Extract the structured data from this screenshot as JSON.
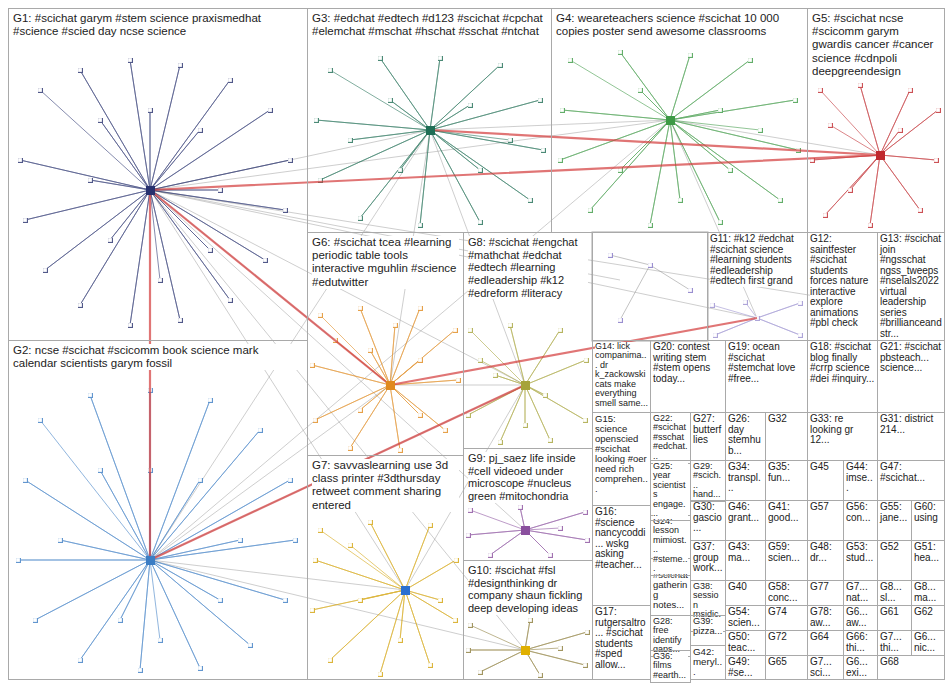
{
  "diagram": {
    "nodes": [
      {
        "text": [
          "G1: #scichat garym #stem science praxismedhat #science #scied day ncse science"
        ]
      },
      {
        "text": [
          "G2: ncse #scichat #scicomm book science mark calendar scientists garym fossil"
        ]
      },
      {
        "text": [
          "G3: #edchat #edtech #d123 #scichat #cpchat #elemchat #mschat #hschat #sschat #ntchat"
        ]
      },
      {
        "text": [
          "G4: weareteachers science #scichat 10 000 copies poster send awesome classrooms"
        ]
      },
      {
        "text": [
          "G5: #scichat ncse #scicomm garym gwardis cancer #cancer science #cdnpoli deepgreendesign"
        ]
      },
      {
        "text": [
          "G6: #scichat tcea #learning periodic table tools interactive mguhlin #science #edutwitter"
        ]
      },
      {
        "text": [
          "G7: savvaslearning use 3d class printer #3dthursday retweet comment sharing entered"
        ]
      },
      {
        "text": [
          "G8: #scichat #engchat #mathchat #edchat #edtech #learning #edleadership #k12 #edreform #literacy"
        ]
      },
      {
        "text": [
          "G9: pj_saez life inside #cell videoed under microscope #nucleus green #mitochondria"
        ]
      },
      {
        "text": [
          "G10: #scichat #fsl #designthinking dr company shaun fickling deep developing ideas"
        ]
      },
      {
        "text": [
          "G11: #k12 #edchat #scichat science #learning students #edleadership #edtech first grand"
        ]
      },
      {
        "text": [
          "G12: saintfester #scichat students forces nature interactive explore animations #pbl check"
        ]
      },
      {
        "text": [
          "G13: #scichat join #ngsschat ngss_tweeps #nselals2022 virtual leadership series #brillianceandstr..."
        ]
      },
      {
        "text": [
          "G14: lick companima... dr k_zackowski cats make everything smell same..."
        ]
      },
      {
        "text": [
          "G15: science openscied #scichat looking #oer need rich comprehen..."
        ]
      },
      {
        "text": [
          "G16: #science nancycoddi... wskg asking #teacher..."
        ]
      },
      {
        "text": [
          "G17: rutgersaltro... #scichat students #sped allow..."
        ]
      },
      {
        "text": [
          "G18: #scichat blog finally #crrp science #dei #inquiry..."
        ]
      },
      {
        "text": [
          "G19: ocean #scichat #stemchat love #free..."
        ]
      },
      {
        "text": [
          "G20: contest writing stem #stem opens today..."
        ]
      },
      {
        "text": [
          "G21: #scichat pbsteach... science..."
        ]
      },
      {
        "text": [
          "G22: #scichat #sschat #edchat..."
        ]
      },
      {
        "text": [
          "G23: #scichat gathering notes..."
        ]
      },
      {
        "text": [
          "G24: lesson mimiost... #steme..."
        ]
      },
      {
        "text": [
          "G25: year scientists engage..."
        ]
      },
      {
        "text": [
          "G26: day stemhub..."
        ]
      },
      {
        "text": [
          "G27: butterflies"
        ]
      },
      {
        "text": [
          "G28: free identify gaps..."
        ]
      },
      {
        "text": [
          "G29: #scich... hand..."
        ]
      },
      {
        "text": [
          "G30: gascio..."
        ]
      },
      {
        "text": [
          "G31: district 214..."
        ]
      },
      {
        "text": [
          "G32"
        ]
      },
      {
        "text": [
          "G33: re looking gr 12..."
        ]
      },
      {
        "text": [
          "G34: transpl..."
        ]
      },
      {
        "text": [
          "G35: fun..."
        ]
      },
      {
        "text": [
          "G36: films #earth..."
        ]
      },
      {
        "text": [
          "G37: group work..."
        ]
      },
      {
        "text": [
          "G38: session msjdic..."
        ]
      },
      {
        "text": [
          "G39: pizza..."
        ]
      },
      {
        "text": [
          "G40"
        ]
      },
      {
        "text": [
          "G41: good..."
        ]
      },
      {
        "text": [
          "G42: meryl..."
        ]
      },
      {
        "text": [
          "G43: ma..."
        ]
      },
      {
        "text": [
          "G44: imse..."
        ]
      },
      {
        "text": [
          "G45"
        ]
      },
      {
        "text": [
          "G46: grant..."
        ]
      },
      {
        "text": [
          "G47: #scichat..."
        ]
      },
      {
        "text": [
          "G48: dr..."
        ]
      },
      {
        "text": [
          "G49: #se..."
        ]
      },
      {
        "text": [
          "G50: teac..."
        ]
      },
      {
        "text": [
          "G51: hea..."
        ]
      },
      {
        "text": [
          "G52"
        ]
      },
      {
        "text": [
          "G53: stud..."
        ]
      },
      {
        "text": [
          "G54: scien..."
        ]
      },
      {
        "text": [
          "G55: jane..."
        ]
      },
      {
        "text": [
          "G56: con..."
        ]
      },
      {
        "text": [
          "G57"
        ]
      },
      {
        "text": [
          "G58: conc..."
        ]
      },
      {
        "text": [
          "G59: scien..."
        ]
      },
      {
        "text": [
          "G60: using"
        ]
      },
      {
        "text": [
          "G77"
        ]
      },
      {
        "text": [
          "G7... nat..."
        ]
      },
      {
        "text": [
          "G8... sl..."
        ]
      },
      {
        "text": [
          "G8... ma..."
        ]
      },
      {
        "text": [
          "G74"
        ]
      },
      {
        "text": [
          "G78: aw..."
        ]
      },
      {
        "text": [
          "G6... aw..."
        ]
      },
      {
        "text": [
          "G61"
        ]
      },
      {
        "text": [
          "G62"
        ]
      },
      {
        "text": [
          "G72"
        ]
      },
      {
        "text": [
          "G64"
        ]
      },
      {
        "text": [
          "G66: thi..."
        ]
      },
      {
        "text": [
          "G7... thi..."
        ]
      },
      {
        "text": [
          "G6... nic..."
        ]
      },
      {
        "text": [
          "G65"
        ]
      },
      {
        "text": [
          "G7... sci..."
        ]
      },
      {
        "text": [
          "G6... exi..."
        ]
      },
      {
        "text": [
          "G68"
        ]
      }
    ]
  }
}
